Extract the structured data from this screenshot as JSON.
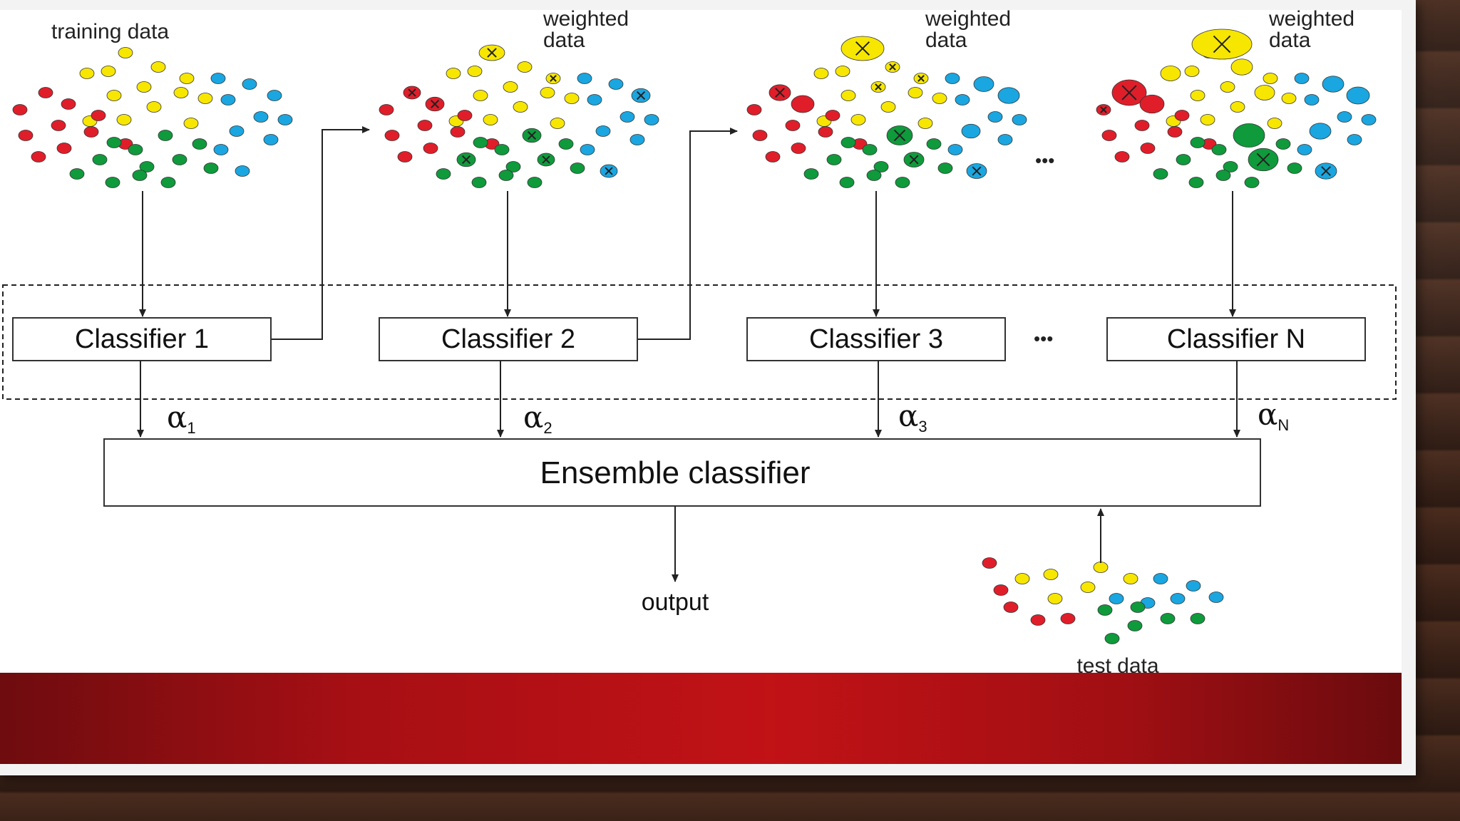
{
  "labels": {
    "training": "training data",
    "weighted": "weighted",
    "data": "data",
    "test": "test data",
    "output": "output",
    "ensemble": "Ensemble classifier",
    "ellipsis": "•••"
  },
  "classifiers": [
    "Classifier 1",
    "Classifier 2",
    "Classifier 3",
    "Classifier N"
  ],
  "weights": [
    {
      "symbol": "α",
      "sub": "1"
    },
    {
      "symbol": "α",
      "sub": "2"
    },
    {
      "symbol": "α",
      "sub": "3"
    },
    {
      "symbol": "α",
      "sub": "N"
    }
  ],
  "colors": {
    "red": "#e01e2a",
    "yellow": "#f7e600",
    "green": "#0f9a3c",
    "blue": "#1aa6e0",
    "band": "#c11216"
  }
}
